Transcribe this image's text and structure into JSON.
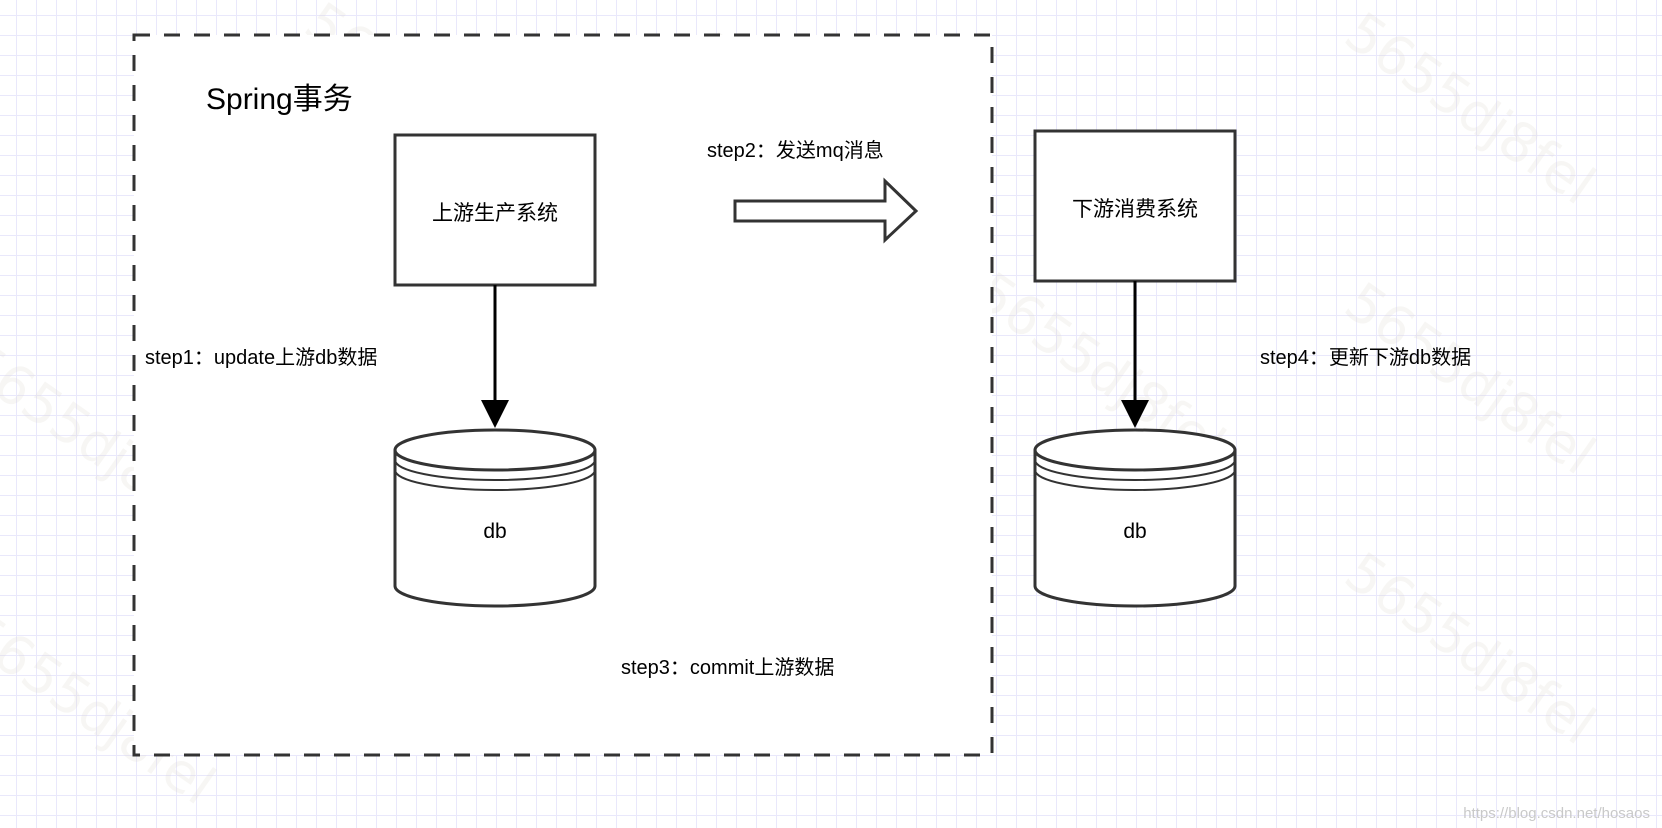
{
  "group": {
    "title": "Spring事务"
  },
  "nodes": {
    "upstream": {
      "label": "上游生产系统"
    },
    "downstream": {
      "label": "下游消费系统"
    },
    "upstream_db": {
      "label": "db"
    },
    "downstream_db": {
      "label": "db"
    }
  },
  "steps": {
    "step1": "step1：update上游db数据",
    "step2": "step2：发送mq消息",
    "step3": "step3：commit上游数据",
    "step4": "step4：更新下游db数据"
  },
  "watermark": "5655dj8fel",
  "credit": "https://blog.csdn.net/hosaos",
  "colors": {
    "stroke": "#333333",
    "grid": "#e9e8fb",
    "text": "#000000"
  }
}
